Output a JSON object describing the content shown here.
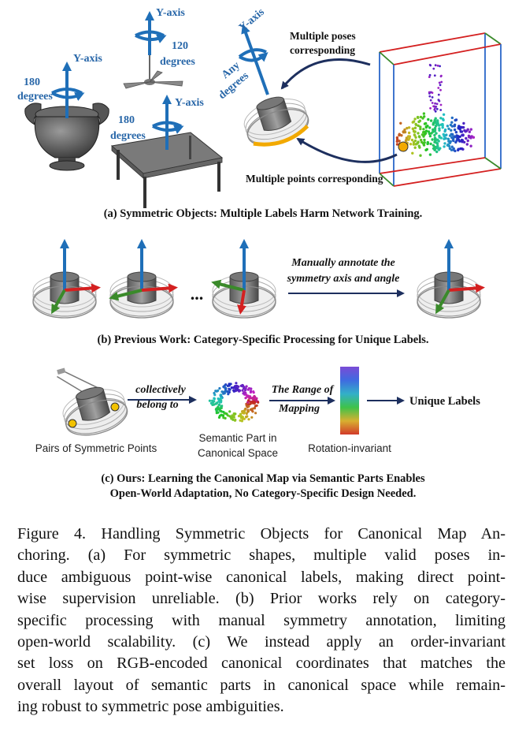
{
  "panel_a": {
    "label_yaxis": "Y-axis",
    "label_180": "180",
    "label_120": "120",
    "label_degrees": "degrees",
    "label_any": "Any",
    "label_multiple_poses": "Multiple poses",
    "label_corresponding": "corresponding",
    "label_multiple_points": "Multiple points corresponding",
    "subcaption": "(a) Symmetric Objects: Multiple Labels Harm Network Training."
  },
  "panel_b": {
    "ellipsis": "...",
    "annot_line1": "Manually annotate the",
    "annot_line2": "symmetry axis and angle",
    "subcaption": "(b) Previous Work: Category-Specific Processing for Unique Labels."
  },
  "panel_c": {
    "arrow1_line1": "collectively",
    "arrow1_line2": "belong to",
    "arrow2_line1": "The Range of",
    "arrow2_line2": "Mapping",
    "unique_labels": "Unique Labels",
    "pairs_label": "Pairs of Symmetric Points",
    "semantic_line1": "Semantic Part in",
    "semantic_line2": "Canonical Space",
    "rotation_label": "Rotation-invariant",
    "subcaption_line1": "(c) Ours: Learning the Canonical Map via Semantic Parts Enables",
    "subcaption_line2": "Open-World Adaptation, No Category-Specific Design Needed."
  },
  "caption": {
    "lines": [
      "Figure 4.  Handling Symmetric Objects for Canonical Map An-",
      "choring.   (a) For symmetric shapes, multiple valid poses in-",
      "duce ambiguous point-wise canonical labels, making direct point-",
      "wise supervision unreliable.  (b) Prior works rely on category-",
      "specific processing with manual symmetry annotation, limiting",
      "open-world scalability.  (c) We instead apply an order-invariant",
      "set loss on RGB-encoded canonical coordinates that matches the",
      "overall layout of semantic parts in canonical space while remain-",
      "ing robust to symmetric pose ambiguities."
    ]
  },
  "colors": {
    "axis_blue": "#1f6fb8",
    "label_blue": "#2766a8",
    "arrow_navy": "#1d2f5e",
    "axis_red": "#d42020",
    "axis_green": "#3a8a2a",
    "highlight_orange": "#f2a900"
  }
}
